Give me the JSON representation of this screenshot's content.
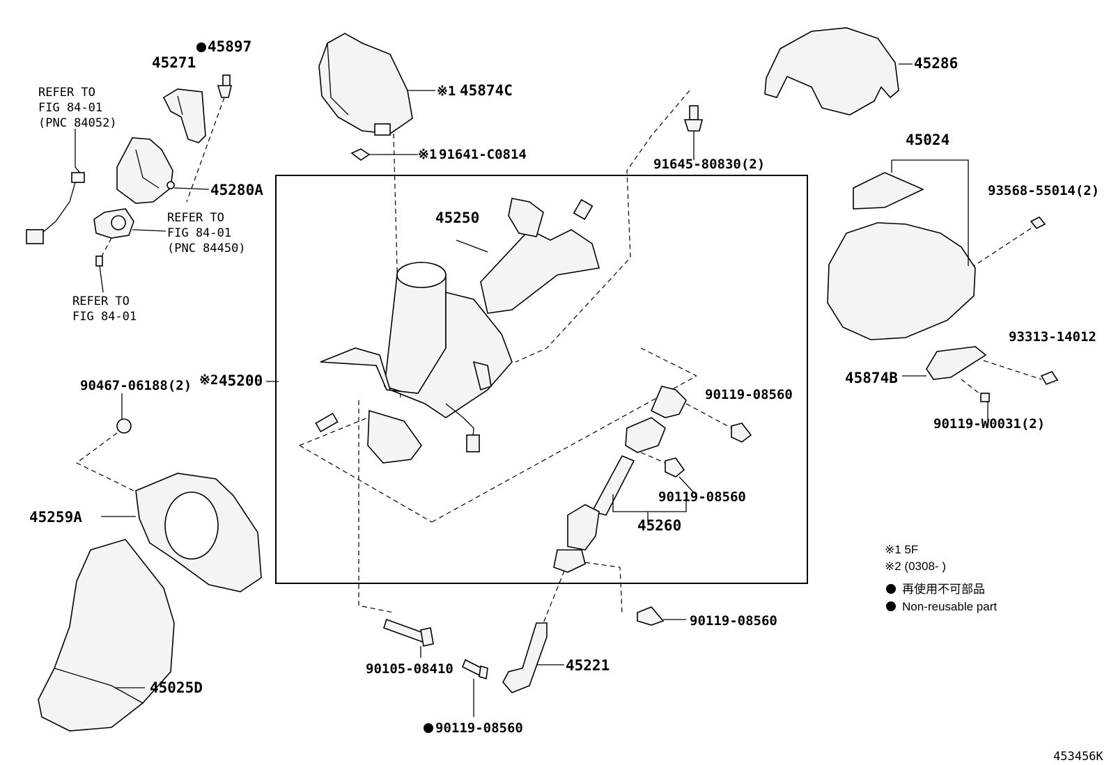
{
  "figure_code": "453456K",
  "part_labels": {
    "p45897": "45897",
    "p45271": "45271",
    "p45280A": "45280A",
    "p45874C": "45874C",
    "p91641": "91641-C0814",
    "p91645": "91645-80830(2)",
    "p45286": "45286",
    "p45024": "45024",
    "p93568": "93568-55014(2)",
    "p93313": "93313-14012",
    "p45874B": "45874B",
    "p90119w": "90119-W0031(2)",
    "p45250": "45250",
    "p45200": "45200",
    "p90467": "90467-06188(2)",
    "p45259A": "45259A",
    "p45025D": "45025D",
    "p90119a": "90119-08560",
    "p90119b": "90119-08560",
    "p45260": "45260",
    "p90119c": "90119-08560",
    "p45221": "45221",
    "p90105": "90105-08410",
    "p90119d": "90119-08560"
  },
  "notes": {
    "n1": "※1",
    "n2": "※2",
    "n1b": "※1"
  },
  "refs": {
    "r1_l1": "REFER TO",
    "r1_l2": "FIG 84-01",
    "r1_l3": "(PNC 84052)",
    "r2_l1": "REFER TO",
    "r2_l2": "FIG 84-01",
    "r2_l3": "(PNC 84450)",
    "r3_l1": "REFER TO",
    "r3_l2": "FIG 84-01"
  },
  "legend": {
    "l1": "※1 5F",
    "l2": "※2 (0308-      )",
    "l3": "再使用不可部品",
    "l4": "Non-reusable part"
  }
}
